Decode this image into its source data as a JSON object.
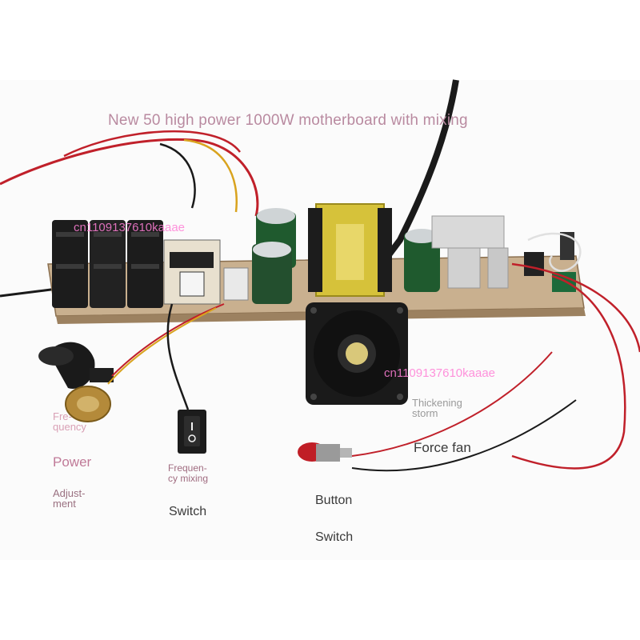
{
  "caption": "New 50 high power 1000W motherboard with mixing",
  "labels": {
    "frequency_line1": "Fre-",
    "frequency_line2": "quency",
    "power": "Power",
    "adjustment_line1": "Adjust-",
    "adjustment_line2": "ment",
    "frequency_mixing_line1": "Frequen-",
    "frequency_mixing_line2": "cy mixing",
    "switch_left": "Switch",
    "thickening_line1": "Thickening",
    "thickening_line2": "storm",
    "force_fan": "Force fan",
    "button": "Button",
    "switch_right": "Switch"
  },
  "watermark_text": "cn1109137610kaaae",
  "colors": {
    "background": "#ffffff",
    "pcb": "#c9b08f",
    "capacitor": "#1f5a2e",
    "transformer": "#d6c23a",
    "wire_red": "#c0202a",
    "caption": "#b98aa0",
    "watermark": "#ff7fd6"
  }
}
